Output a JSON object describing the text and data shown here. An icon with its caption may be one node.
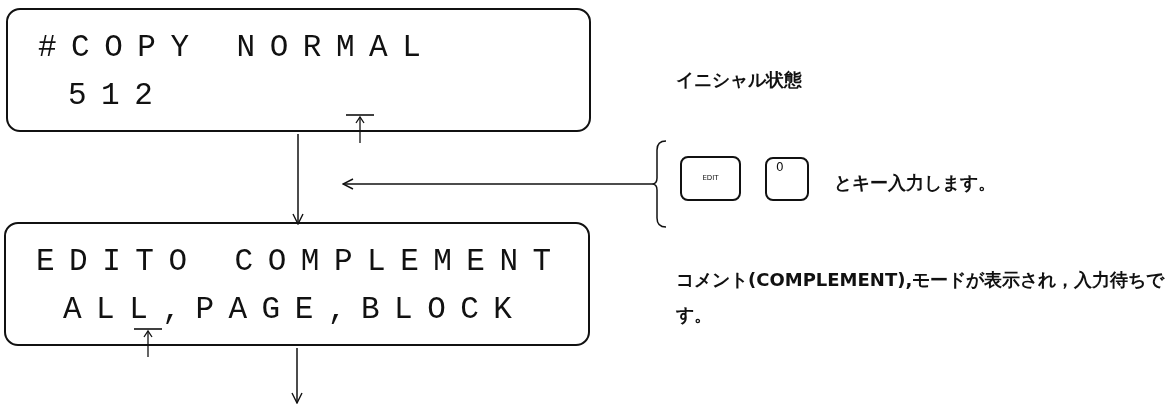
{
  "diagram": {
    "nodes": [
      {
        "text": [
          "#COPY NORMAL",
          "512"
        ]
      },
      {
        "text": [
          "EDITO COMPLEMENT",
          "ALL,PAGE,BLOCK"
        ]
      },
      {
        "text": [
          "とキー入力します。"
        ]
      },
      {
        "text": [
          "EDIT"
        ],
        "in": 2
      },
      {
        "text": [
          "0"
        ],
        "in": 2
      }
    ],
    "edges": [
      {
        "from": 0,
        "to": 1,
        "arrow": "to"
      },
      {
        "from": 2,
        "to": null,
        "arrow": "to"
      },
      {
        "from": 1,
        "to": null,
        "arrow": "to"
      }
    ],
    "labels": [
      "イニシャル状態",
      "コメント(COMPLEMENT),モードが表示され，入力待ちです。"
    ]
  }
}
